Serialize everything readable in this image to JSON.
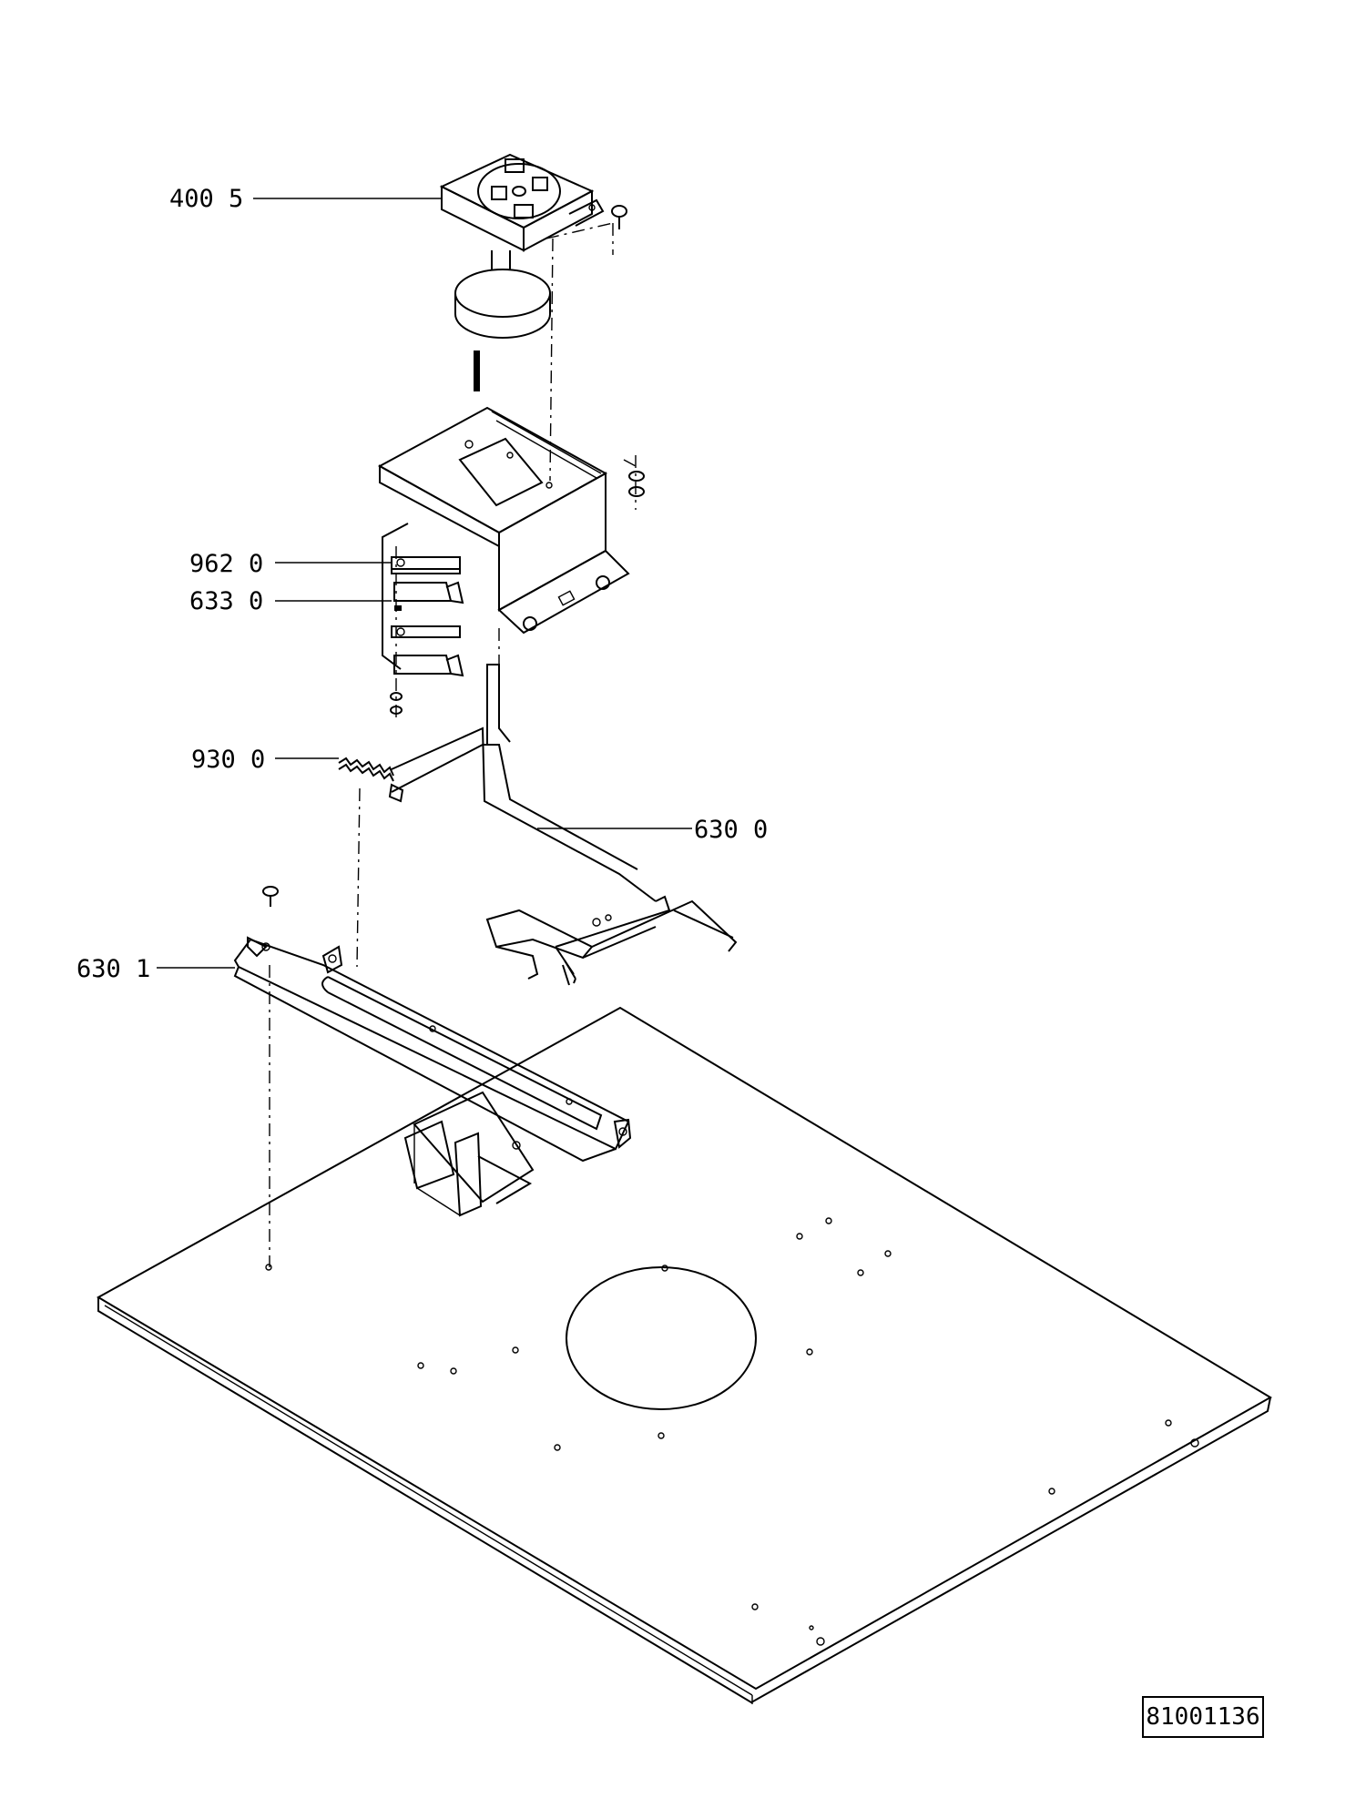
{
  "callouts": [
    {
      "id": "400",
      "label": "400 5"
    },
    {
      "id": "962",
      "label": "962 0"
    },
    {
      "id": "633",
      "label": "633 0"
    },
    {
      "id": "930",
      "label": "930 0"
    },
    {
      "id": "630-0",
      "label": "630 0"
    },
    {
      "id": "630-1",
      "label": "630 1"
    }
  ],
  "reference_number": "81001136"
}
